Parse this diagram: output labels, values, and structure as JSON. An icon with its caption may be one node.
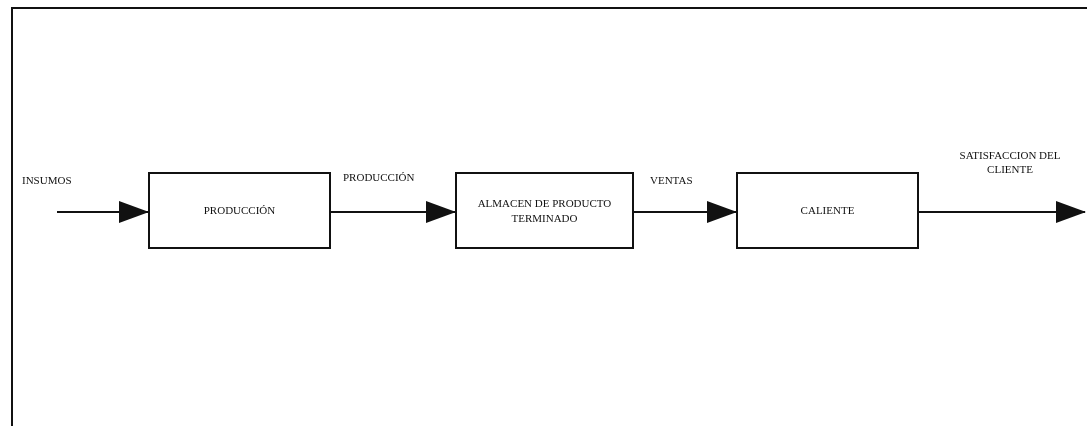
{
  "diagram": {
    "nodes": [
      {
        "text": [
          "PRODUCCIÓN"
        ]
      },
      {
        "text": [
          "ALMACEN DE PRODUCTO TERMINADO"
        ]
      },
      {
        "text": [
          "CALIENTE"
        ]
      }
    ],
    "edges": [
      {
        "from": null,
        "to": 0,
        "arrow": "to",
        "label": "INSUMOS"
      },
      {
        "from": 0,
        "to": 1,
        "arrow": "to",
        "label": "PRODUCCIÓN"
      },
      {
        "from": 1,
        "to": 2,
        "arrow": "to",
        "label": "VENTAS"
      },
      {
        "from": 2,
        "to": null,
        "arrow": "to",
        "label": "SATISFACCION DEL CLIENTE"
      }
    ]
  }
}
